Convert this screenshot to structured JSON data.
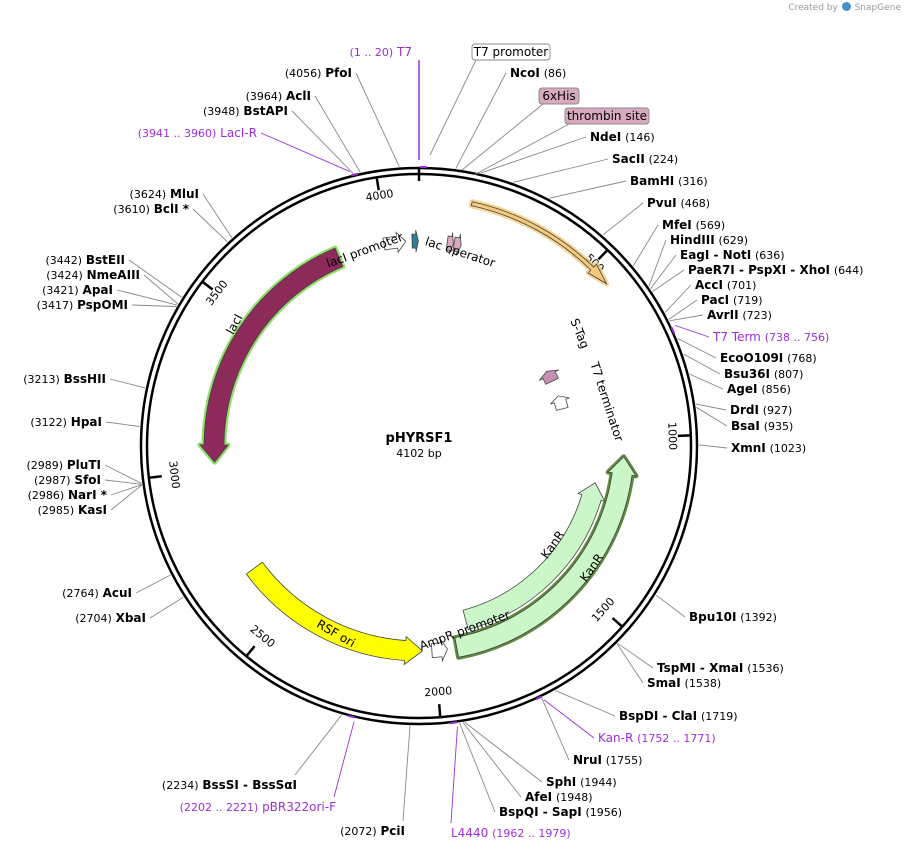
{
  "credit": {
    "prefix": "Created by",
    "brand": "SnapGene"
  },
  "plasmid": {
    "name": "pHYRSF1",
    "length_label": "4102 bp",
    "length": 4102
  },
  "ticks": [
    "500",
    "1000",
    "1500",
    "2000",
    "2500",
    "3000",
    "3500",
    "4000"
  ],
  "features": [
    {
      "name": "lacI",
      "color": "#8c2a5a",
      "outline": "#7bd64a"
    },
    {
      "name": "lacI promoter",
      "color": "#ffffff"
    },
    {
      "name": "lac operator",
      "color": "#2d7f97"
    },
    {
      "name": "RSF ori",
      "color": "#ffff00"
    },
    {
      "name": "AmpR promoter",
      "color": "#ffffff"
    },
    {
      "name": "KanR",
      "color": "#cbf7c8"
    },
    {
      "name": "KanR",
      "color": "#cbf7c8",
      "outline": "#3a6b12"
    },
    {
      "name": "S-Tag",
      "color": "#c58fb1"
    },
    {
      "name": "T7 terminator",
      "color": "#ffffff"
    },
    {
      "name": "6xHis",
      "color": "#d9aabf"
    },
    {
      "name": "thrombin site",
      "color": "#d9aabf"
    },
    {
      "name": "T7 promoter",
      "color": "#ffffff"
    }
  ],
  "boxed_labels": [
    {
      "text": "T7 promoter",
      "fill": "#ffffff"
    },
    {
      "text": "6xHis",
      "fill": "#d9aabf"
    },
    {
      "text": "thrombin site",
      "fill": "#d9aabf"
    }
  ],
  "right_labels": [
    {
      "name": "NcoI",
      "pos": "(86)"
    },
    {
      "name": "NdeI",
      "pos": "(146)"
    },
    {
      "name": "SacII",
      "pos": "(224)"
    },
    {
      "name": "BamHI",
      "pos": "(316)"
    },
    {
      "name": "PvuI",
      "pos": "(468)"
    },
    {
      "name": "MfeI",
      "pos": "(569)"
    },
    {
      "name": "HindIII",
      "pos": "(629)"
    },
    {
      "name": "EagI - NotI",
      "pos": "(636)"
    },
    {
      "name": "PaeR7I - PspXI - XhoI",
      "pos": "(644)"
    },
    {
      "name": "AccI",
      "pos": "(701)"
    },
    {
      "name": "PacI",
      "pos": "(719)"
    },
    {
      "name": "AvrII",
      "pos": "(723)"
    },
    {
      "name": "T7 Term",
      "pos": "(738 .. 756)",
      "primer": true
    },
    {
      "name": "EcoO109I",
      "pos": "(768)"
    },
    {
      "name": "Bsu36I",
      "pos": "(807)"
    },
    {
      "name": "AgeI",
      "pos": "(856)"
    },
    {
      "name": "DrdI",
      "pos": "(927)"
    },
    {
      "name": "BsaI",
      "pos": "(935)"
    },
    {
      "name": "XmnI",
      "pos": "(1023)"
    },
    {
      "name": "Bpu10I",
      "pos": "(1392)"
    },
    {
      "name": "TspMI - XmaI",
      "pos": "(1536)"
    },
    {
      "name": "SmaI",
      "pos": "(1538)"
    },
    {
      "name": "BspDI - ClaI",
      "pos": "(1719)"
    },
    {
      "name": "Kan-R",
      "pos": "(1752 .. 1771)",
      "primer": true
    },
    {
      "name": "NruI",
      "pos": "(1755)"
    },
    {
      "name": "SphI",
      "pos": "(1944)"
    },
    {
      "name": "AfeI",
      "pos": "(1948)"
    },
    {
      "name": "BspQI - SapI",
      "pos": "(1956)"
    }
  ],
  "bottom_labels": [
    {
      "name": "L4440",
      "pos": "(1962 .. 1979)",
      "primer": true
    },
    {
      "name": "PciI",
      "pos": "(2072)"
    },
    {
      "name": "pBR322ori-F",
      "pos": "(2202 .. 2221)",
      "primer": true
    },
    {
      "name": "BssSI - BssSαI",
      "pos": "(2234)"
    }
  ],
  "left_labels": [
    {
      "name": "XbaI",
      "pos": "(2704)"
    },
    {
      "name": "AcuI",
      "pos": "(2764)"
    },
    {
      "name": "KasI",
      "pos": "(2985)"
    },
    {
      "name": "NarI *",
      "pos": "(2986)"
    },
    {
      "name": "SfoI",
      "pos": "(2987)"
    },
    {
      "name": "PluTI",
      "pos": "(2989)"
    },
    {
      "name": "HpaI",
      "pos": "(3122)"
    },
    {
      "name": "BssHII",
      "pos": "(3213)"
    },
    {
      "name": "PspOMI",
      "pos": "(3417)"
    },
    {
      "name": "ApaI",
      "pos": "(3421)"
    },
    {
      "name": "NmeAIII",
      "pos": "(3424)"
    },
    {
      "name": "BstEII",
      "pos": "(3442)"
    },
    {
      "name": "BclI *",
      "pos": "(3610)"
    },
    {
      "name": "MluI",
      "pos": "(3624)"
    },
    {
      "name": "LacI-R",
      "pos": "(3941 .. 3960)",
      "primer": true
    },
    {
      "name": "BstAPI",
      "pos": "(3948)"
    },
    {
      "name": "AclI",
      "pos": "(3964)"
    },
    {
      "name": "PfoI",
      "pos": "(4056)"
    }
  ],
  "top_labels": [
    {
      "name": "T7",
      "pos": "(1 .. 20)",
      "primer": true
    }
  ]
}
